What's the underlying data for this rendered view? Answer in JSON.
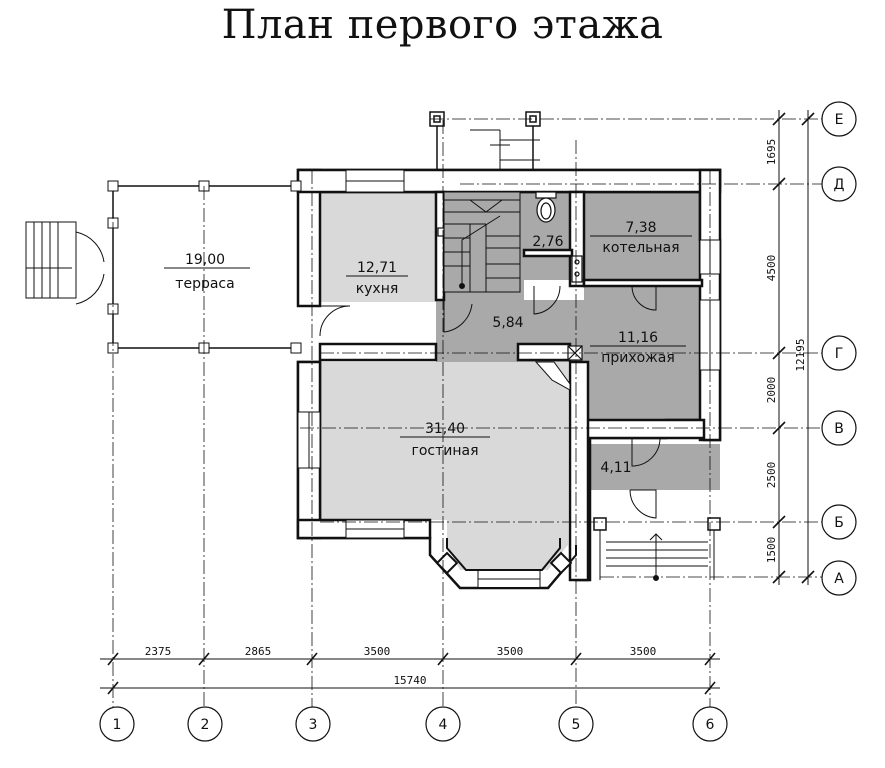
{
  "title": "План первого этажа",
  "rooms": [
    {
      "id": "terrace",
      "area": "19,00",
      "name": "терраса"
    },
    {
      "id": "kitchen",
      "area": "12,71",
      "name": "кухня"
    },
    {
      "id": "bathroom",
      "area": "2,76",
      "name": ""
    },
    {
      "id": "boiler",
      "area": "7,38",
      "name": "котельная"
    },
    {
      "id": "hall",
      "area": "5,84",
      "name": ""
    },
    {
      "id": "lobby",
      "area": "11,16",
      "name": "прихожая"
    },
    {
      "id": "living",
      "area": "31,40",
      "name": "гостиная"
    },
    {
      "id": "vestibule",
      "area": "4,11",
      "name": ""
    }
  ],
  "dimensions": {
    "bottom": [
      "2375",
      "2865",
      "3500",
      "3500",
      "3500"
    ],
    "overall": "15740",
    "right": [
      "1695",
      "4500",
      "2000",
      "2500",
      "1500"
    ],
    "right_overall": "12195"
  },
  "axes": {
    "numbers": [
      "1",
      "2",
      "3",
      "4",
      "5",
      "6"
    ],
    "letters": [
      "Е",
      "Д",
      "Г",
      "В",
      "Б",
      "А"
    ]
  },
  "colors": {
    "light_fill": "#d9d9d9",
    "mid_fill": "#a9a9a9",
    "wall": "#ffffff",
    "line": "#111111"
  }
}
